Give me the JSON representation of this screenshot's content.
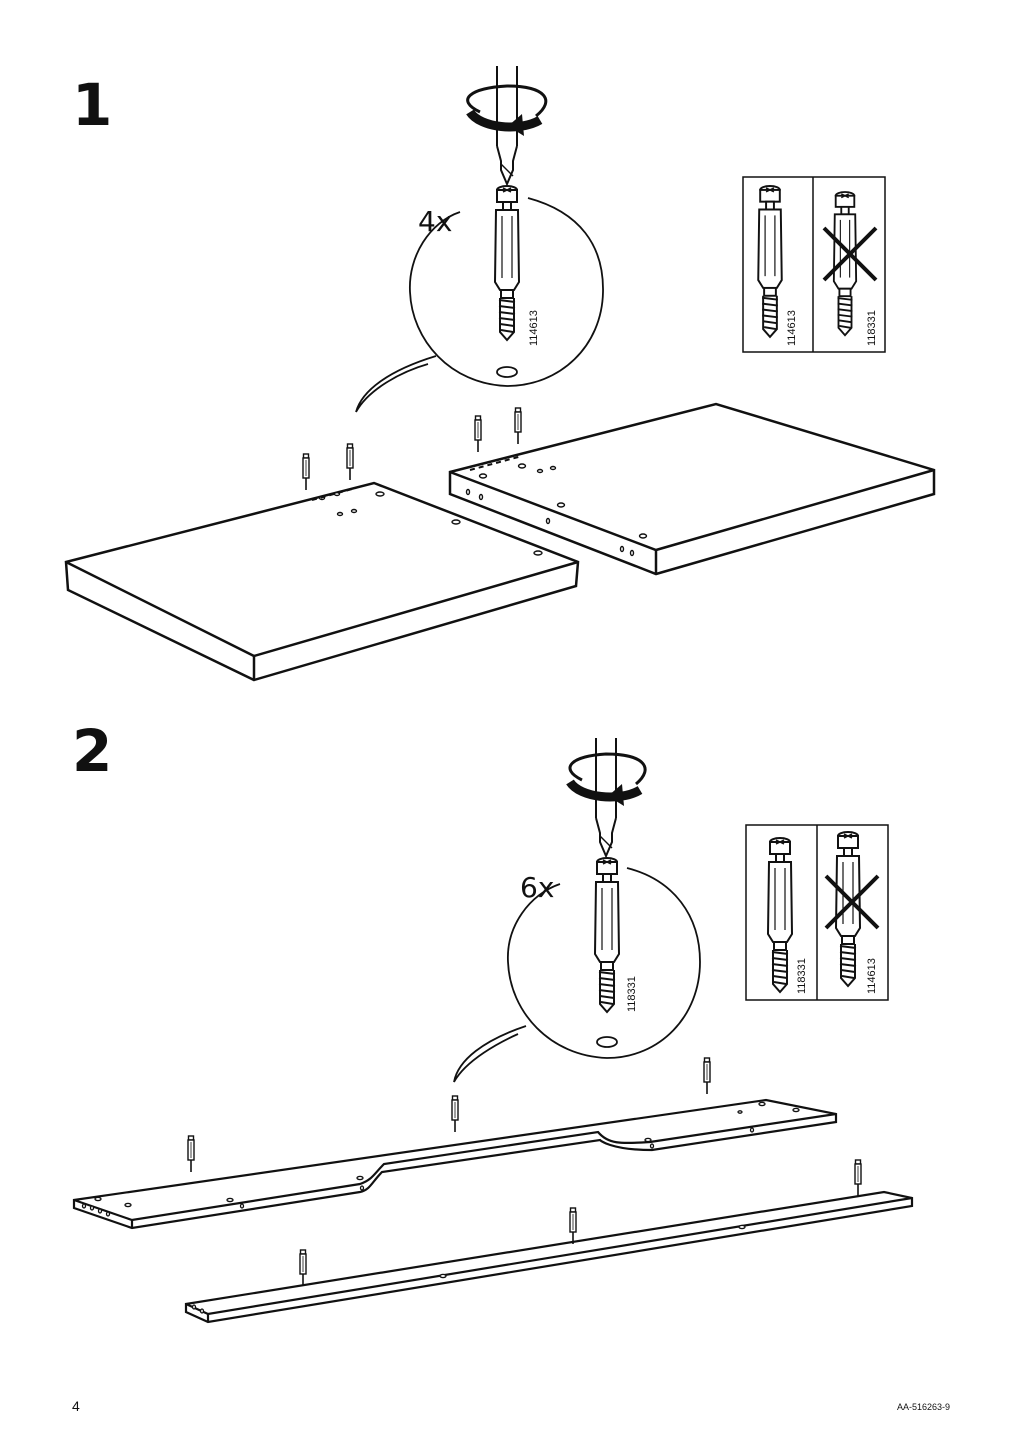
{
  "steps": [
    {
      "number": "1",
      "quantity": "4x",
      "part": "114613",
      "compare_correct": "114613",
      "compare_wrong": "118331"
    },
    {
      "number": "2",
      "quantity": "6x",
      "part": "118331",
      "compare_correct": "118331",
      "compare_wrong": "114613"
    }
  ],
  "footer": {
    "page_number": "4",
    "document_code": "AA-516263-9"
  }
}
